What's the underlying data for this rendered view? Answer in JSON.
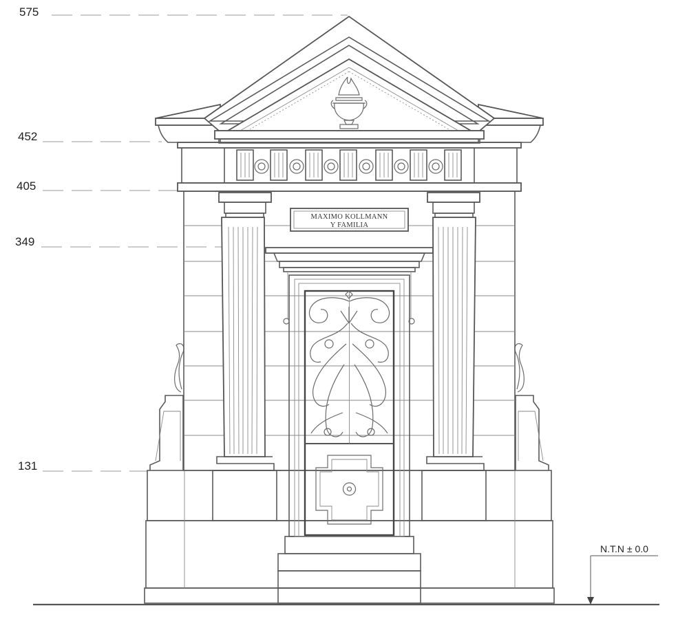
{
  "levels": [
    {
      "label": "575"
    },
    {
      "label": "452"
    },
    {
      "label": "405"
    },
    {
      "label": "349"
    },
    {
      "label": "131"
    }
  ],
  "ground_marker": {
    "label": "N.T.N ± 0.0"
  },
  "plaque": {
    "line1": "MAXIMO KOLLMANN",
    "line2": "Y FAMILIA"
  }
}
